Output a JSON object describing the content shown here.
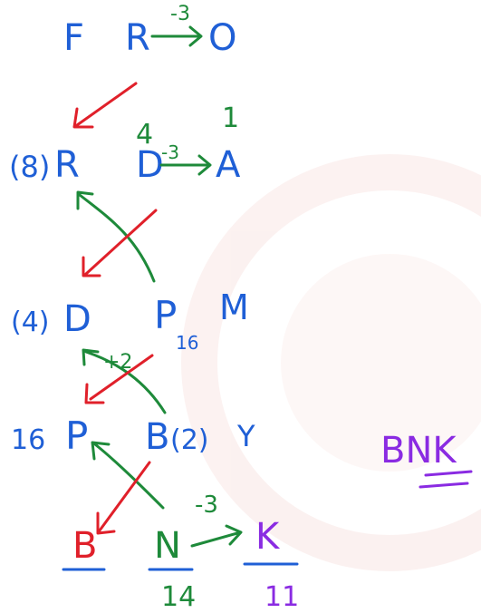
{
  "colors": {
    "blue": "#1f5fd6",
    "green": "#1e8a3a",
    "red": "#e0202a",
    "purple": "#8a2be2",
    "watermark": "#f6d9d6"
  },
  "rows": [
    {
      "left_label": "F",
      "mid_label": "R",
      "arrow_text": "-3",
      "right_label": "O"
    },
    {
      "left_prefix": "(8)",
      "left_label": "R",
      "mid_label": "D",
      "mid_top": "4",
      "arrow_text": "-3",
      "right_label": "A",
      "right_top": "1"
    },
    {
      "left_prefix": "(4)",
      "left_label": "D",
      "mid_label": "P",
      "mid_sub": "16",
      "right_label": "M"
    },
    {
      "left_prefix": "16",
      "left_label": "P",
      "mid_label": "B",
      "mid_suffix": "(2)",
      "right_label": "Y",
      "note_above": "+2"
    },
    {
      "left_label": "B",
      "mid_label": "N",
      "arrow_text": "-3",
      "right_label": "K",
      "mid_below": "14",
      "right_below": "11"
    }
  ],
  "answer": "BNK"
}
